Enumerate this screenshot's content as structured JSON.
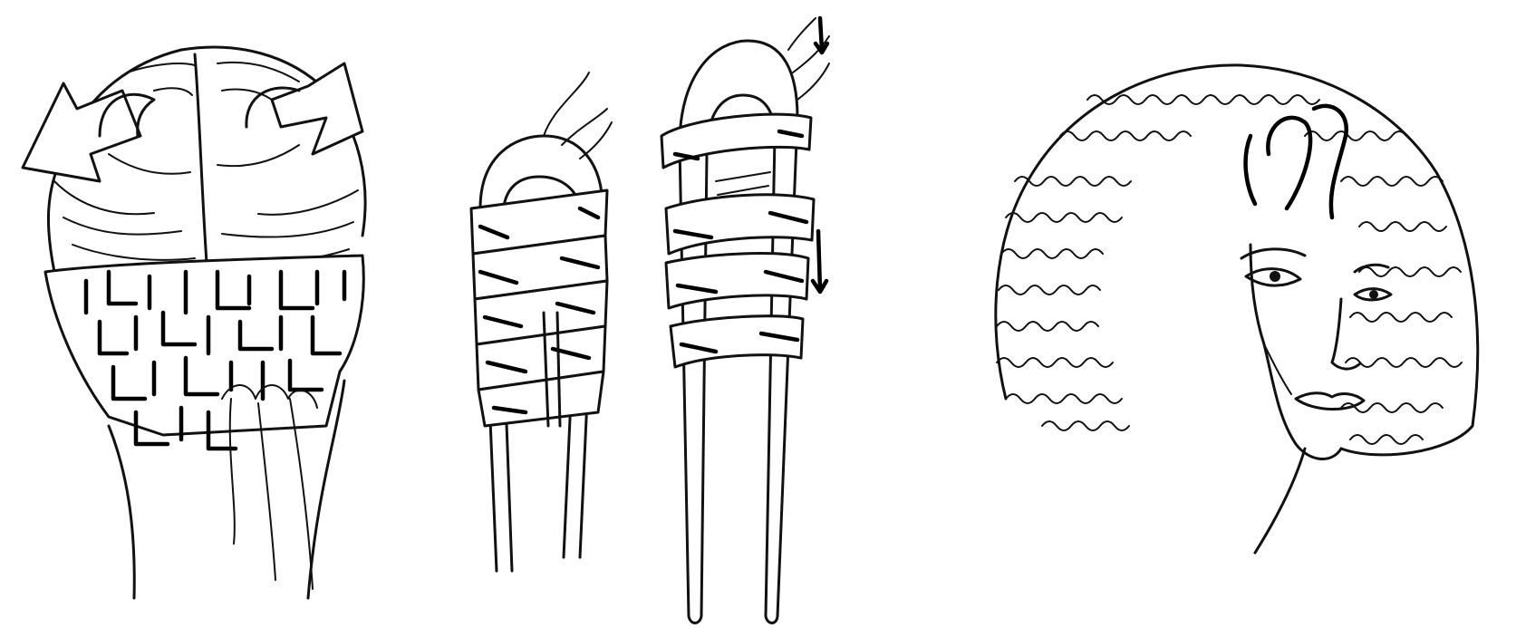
{
  "illustration": {
    "panels": [
      {
        "id": "back-of-head-sectioning"
      },
      {
        "id": "hairpin-small-wrap"
      },
      {
        "id": "hairpin-large-wrap"
      },
      {
        "id": "finished-curly-hairstyle"
      }
    ],
    "colors": {
      "ink": "#111111",
      "paper": "#ffffff"
    }
  }
}
